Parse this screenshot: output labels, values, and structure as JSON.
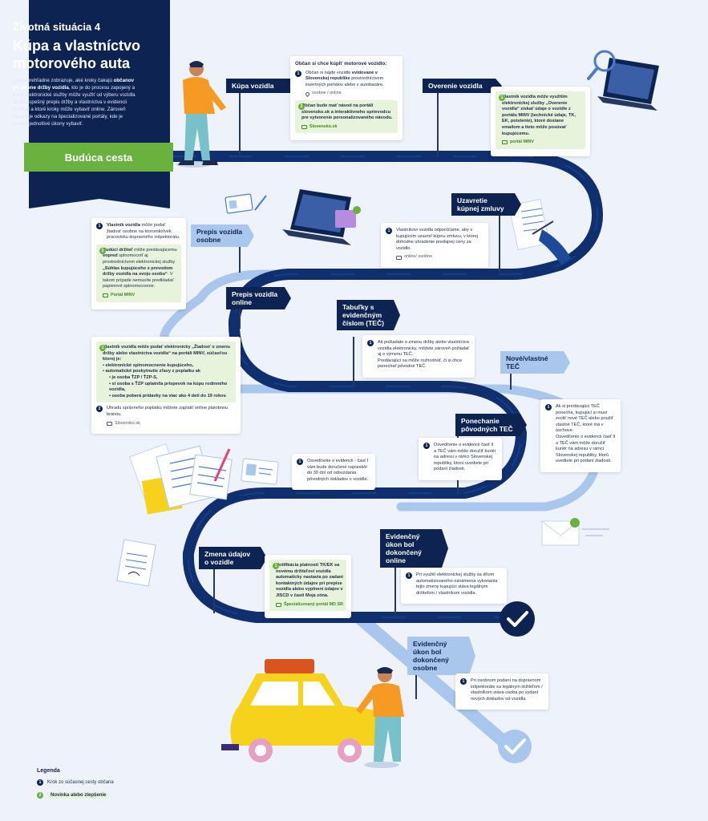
{
  "header": {
    "super_title": "Životná situácia 4",
    "title": "Kúpa a vlastníctvo motorového auta",
    "desc_a": "Cesta prehľadne zobrazuje, aké kroky čakajú ",
    "desc_b": "občanov pri zmene držby vozidla",
    "desc_c": ", kto je do procesu zapojený a ktoré elektronické služby môže využiť od výberu vozidla až po úspešný prepis držby a vlastníctva v evidencii vozidiel a ktoré kroky môže vybaviť online.  Zároveň obsahuje odkazy na špecializované portály, kde je možné jednotlivé úkony vybaviť.",
    "future_path": "Budúca cesta"
  },
  "tags": {
    "kupa": "Kúpa vozidla",
    "overenie": "Overenie vozidla",
    "uzavretie": "Uzavretie kúpnej zmluvy",
    "prepis_osobne": "Prepis vozidla osobne",
    "prepis_online": "Prepis vozidla online",
    "tabulky": "Tabuľky s evidenčným číslom (TEČ)",
    "nove_tec": "Nové/vlastné TEČ",
    "ponechanie": "Ponechanie pôvodných  TEČ",
    "zmena": "Zmena údajov o vozidle",
    "ukon_online": "Evidenčný úkon bol dokončený online",
    "ukon_osobne": "Evidenčný úkon bol dokončený osobne"
  },
  "cards": {
    "kupa": {
      "heading": "Občan si chce kúpiť motorové vozidlo:",
      "i1_a": "Občan si nájde vozidlo ",
      "i1_b": "evidované v Slovenskej republike",
      "i1_c": " prostredníctvom inzertných portálov alebo v autobazáre.",
      "i1_meta": "osobne / online",
      "i2": "Občan bude mať návod na portáli slovensko.sk a interaktívneho sprievodcu pre vytvorenie personalizovaného návodu.",
      "i2_meta": "Slovensko.sk"
    },
    "overenie": {
      "i1": "Vlastník vozidla môže využitím elektronickej služby „Overenie vozidla“ získať údaje o vozidle z portálu MINV (technické údaje, TK, EK, poistenie), ktoré dostane emailom a tieto môže posúvať kupujúcemu.",
      "meta": "portál MINV"
    },
    "uzavretie": {
      "i1": "Vlastníkovi vozidla odporúčame, aby s kupujúcim uzavrel kúpnu zmluvu, v ktorej dohodne uhradenie predajnej ceny za vozidlo.",
      "meta": "online/ osobne"
    },
    "prepis_osobne": {
      "i1_a": "Vlastník vozidla",
      "i1_b": " môže podať žiadosť osobne na ktoromkoľvek pracovisku dopravného inšpektorátu.",
      "i2_a": "Budúci držiteľ",
      "i2_b": " môže predávajúcemu ",
      "i2_c": "vopred",
      "i2_d": " splnomocniť aj prostredníctvom elektronickej služby ",
      "i2_e": "„Súhlas kupujúceho s prevodom držby vozidla na svoju osobu“",
      "i2_f": ". V takom prípade nemusíte predkladať papierové splnomocnenie.",
      "meta": "Portál MINV"
    },
    "prepis_online": {
      "i1_a": "Vlastník vozidla môže podať elektronicky ",
      "i1_b": "„Žiadosť o zmenu držby alebo vlastníctva vozidla“",
      "i1_c": " na portáli MINV, súčasťou ktorej je:",
      "b1": "• elektronické splnomocnenie kupujúceho,",
      "b2": "• automatické poskytnutie zľavy z poplatku ak",
      "b3": "• je osoba ŤZP / ŤZP-S,",
      "b4": "• si osoba s ŤZP uplatnila príspevok na kúpu rodinného vozidla,",
      "b5": "• osoba poberá prídavky na viac ako 4 deti do 19 rokov.",
      "i2": "Úhradu správneho poplatku môžete zaplatiť online platobnou bránou.",
      "meta": "Slovensko.sk"
    },
    "tabulky": {
      "i1": "Ak požiadate  o zmenu držby alebo vlastníctva vozidla elektronicky, môžete zároveň požiadať aj o výmenu TEČ.",
      "i1_b": "Predávajúci sa môže rozhodnúť, či si chce ponechať pôvodné TEČ."
    },
    "nove_tec": {
      "i1": "Ak si predávajúci TEČ ponechá, kupujúci si musí zvoliť nové TEČ alebo použiť vlastné TEČ, ktoré má v úschove.",
      "i1_b": "Osvedčenie o evidencii časť II a TEČ vám môže doručiť kuriér na adresu v rámci Slovenskej republiky, ktorú uvediete pri podaní žiadosti."
    },
    "ponechanie": {
      "i1": "Osvedčenie o evidencii časť II a TEČ vám môže doručiť kuriér na adresu v rámci Slovenskej republiky, ktorú uvediete pri podaní žiadosti."
    },
    "osvedcenie": {
      "i1": "Osvedčenie o evidencii - časť I vám bude doručené najneskôr do 30 dní od odovzdania pôvodných dokladov o vozidle."
    },
    "zmena": {
      "i1": "Notifikácia platnosti TK/EK sa novému držiteľovi vozidla automaticky nastavia po zadaní kontaktných údajov pri prepise vozidla alebo vyplnení údajov v JISCD v časti Moja zóna.",
      "meta": "Špecializovaný portál MD SR"
    },
    "ukon_online": {
      "i1": "Pri využití elektronickej služby sa dňom automatizovaného oznámenia vykonania tejto zmeny kupujúci stáva legálnym držiteľom / vlastníkom vozidla."
    },
    "ukon_osobne": {
      "i1": "Pri osobnom podaní na dopravnom inšpektoráte sa legálnym držiteľom / vlastníkom stáva osoba po vydaní nových dokladov od vozidla."
    }
  },
  "legend": {
    "title": "Legenda",
    "n1": "1",
    "n2": "2",
    "item1": "Krok zo súčasnej cesty občana",
    "item2": "Novinka alebo zlepšenie"
  },
  "colors": {
    "navy": "#0d2352",
    "road_dark": "#0f2f6e",
    "road_light": "#a9c6ec",
    "green": "#6ab140",
    "orange": "#f59a23",
    "teal": "#79c1c9",
    "yellow": "#f7d21c"
  }
}
